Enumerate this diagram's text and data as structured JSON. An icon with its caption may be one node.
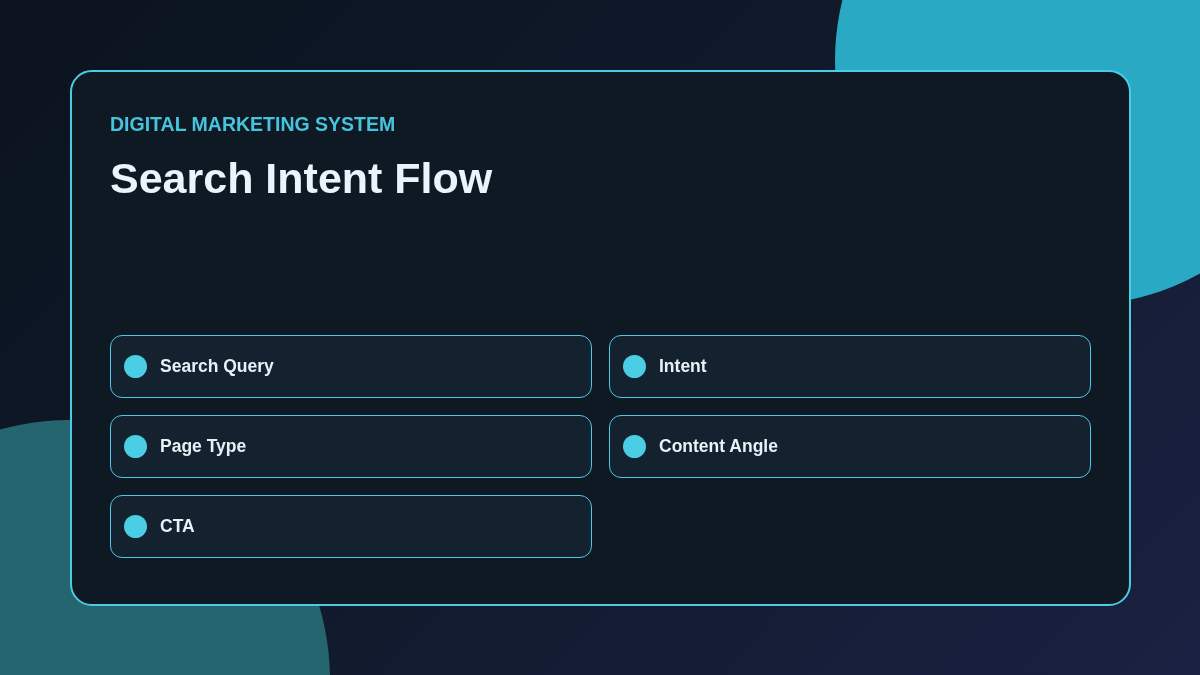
{
  "diagram": {
    "title": "Search Intent Flow",
    "labels": [
      "DIGITAL MARKETING SYSTEM"
    ],
    "nodes": [
      {
        "text": [
          "Search Query"
        ]
      },
      {
        "text": [
          "Intent"
        ]
      },
      {
        "text": [
          "Page Type"
        ]
      },
      {
        "text": [
          "Content Angle"
        ]
      },
      {
        "text": [
          "CTA"
        ]
      }
    ]
  }
}
